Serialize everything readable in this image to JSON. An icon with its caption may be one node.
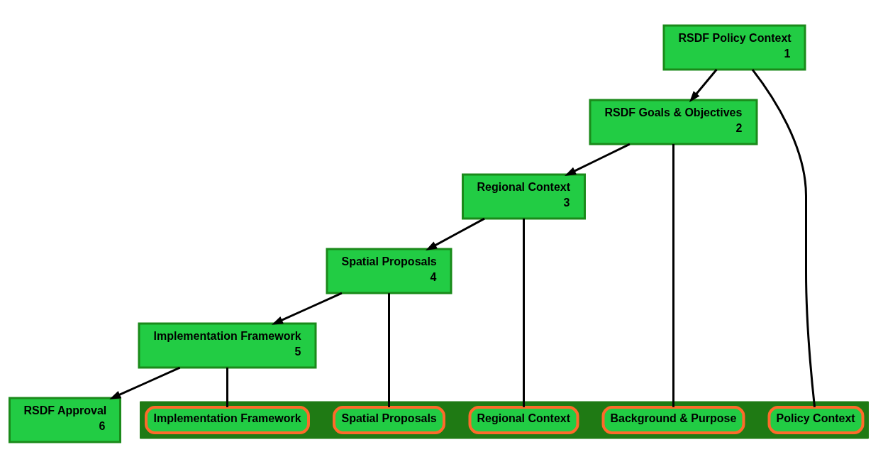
{
  "diagram": {
    "nodes": [
      {
        "text": [
          "RSDF Policy Context",
          "1"
        ]
      },
      {
        "text": [
          "RSDF Goals & Objectives",
          "2"
        ]
      },
      {
        "text": [
          "Regional Context",
          "3"
        ]
      },
      {
        "text": [
          "Spatial Proposals",
          "4"
        ]
      },
      {
        "text": [
          "Implementation Framework",
          "5"
        ]
      },
      {
        "text": [
          "RSDF Approval",
          "6"
        ]
      },
      {
        "text": [],
        "shape": "box"
      },
      {
        "text": [
          "Policy Context"
        ],
        "in": 6
      },
      {
        "text": [
          "Background & Purpose"
        ],
        "in": 6
      },
      {
        "text": [
          "Implementation Framework"
        ],
        "in": 6
      },
      {
        "text": [
          "Regional Context"
        ],
        "in": 6
      },
      {
        "text": [
          "Spatial Proposals"
        ],
        "in": 6
      }
    ],
    "edges": [
      {
        "from": 0,
        "to": 1,
        "arrow": "to"
      },
      {
        "from": 1,
        "to": 2,
        "arrow": "to"
      },
      {
        "from": 2,
        "to": 3,
        "arrow": "to"
      },
      {
        "from": 3,
        "to": 4,
        "arrow": "to"
      },
      {
        "from": 4,
        "to": 5,
        "arrow": "to"
      },
      {
        "from": 0,
        "to": 7,
        "arrow": "none"
      },
      {
        "from": 1,
        "to": 8,
        "arrow": "none"
      },
      {
        "from": 2,
        "to": 10,
        "arrow": "none"
      },
      {
        "from": 3,
        "to": 11,
        "arrow": "none"
      },
      {
        "from": 4,
        "to": 9,
        "arrow": "none"
      }
    ]
  }
}
